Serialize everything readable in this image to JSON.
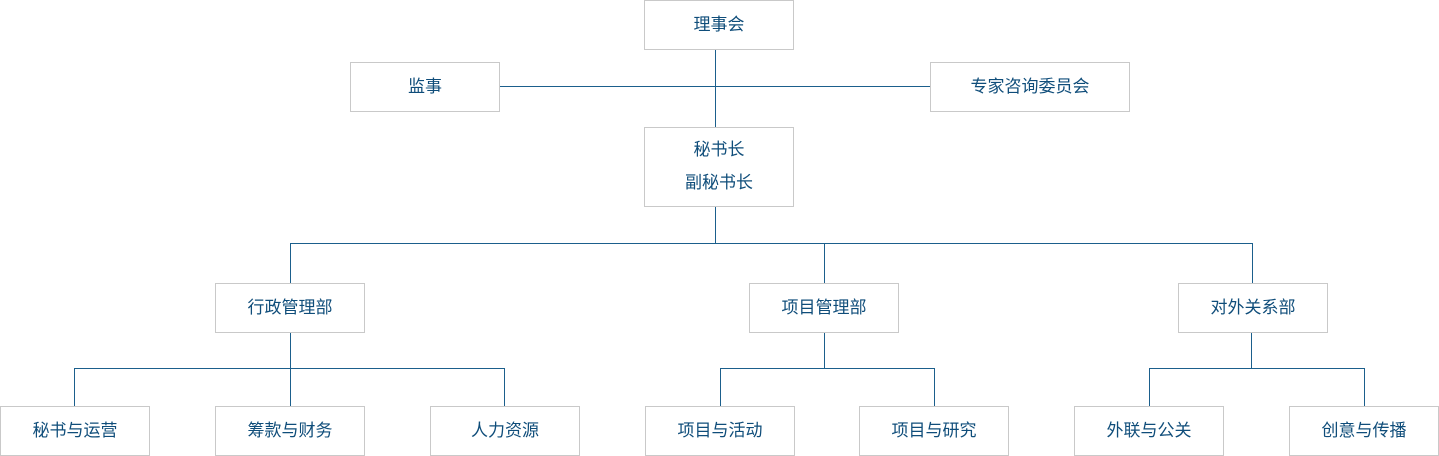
{
  "org": {
    "board": "理事会",
    "supervisor": "监事",
    "expert_committee": "专家咨询委员会",
    "secretary_general": "秘书长",
    "deputy_secretary_general": "副秘书长",
    "departments": [
      {
        "name": "行政管理部",
        "units": [
          "秘书与运营",
          "筹款与财务",
          "人力资源"
        ]
      },
      {
        "name": "项目管理部",
        "units": [
          "项目与活动",
          "项目与研究"
        ]
      },
      {
        "name": "对外关系部",
        "units": [
          "外联与公关",
          "创意与传播"
        ]
      }
    ]
  },
  "colors": {
    "line": "#1b5f8c",
    "text": "#0f4d7a",
    "border": "#c9c9c9"
  }
}
